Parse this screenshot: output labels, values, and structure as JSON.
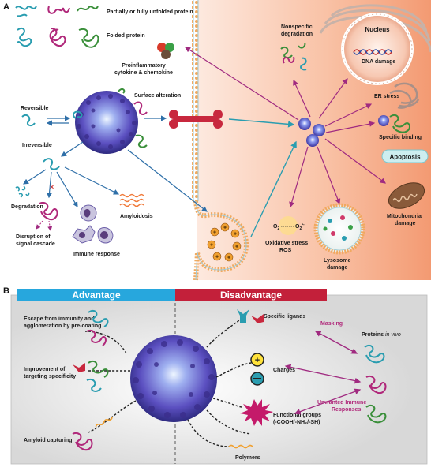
{
  "panel_a": {
    "letter": "A",
    "legend": {
      "unfolded": "Partially or fully unfolded protein",
      "folded": "Folded protein"
    },
    "left": {
      "cytokine": [
        "Proinflammatory",
        "cytokine & chemokine"
      ],
      "surface_alteration": "Surface alteration",
      "reversible": "Reversible",
      "irreversible": "Irreversible",
      "degradation": "Degradation",
      "amyloidosis": "Amyloidosis",
      "disruption": [
        "Disruption of",
        "signal cascade"
      ],
      "immune_response": "Immune response"
    },
    "right": {
      "nonspecific": [
        "Nonspecific",
        "degradation"
      ],
      "nucleus": "Nucleus",
      "dna_damage": "DNA damage",
      "er_stress": "ER stress",
      "specific_binding": "Specific binding",
      "apoptosis": "Apoptosis",
      "mitochondria": [
        "Mitochondria",
        "damage"
      ],
      "lysosome": [
        "Lysosome",
        "damage"
      ],
      "oxidative": [
        "Oxidative stress",
        "ROS"
      ],
      "o2_left": "O",
      "o2_right": "O",
      "o2_sub": "2",
      "o2_sup": "•-"
    }
  },
  "panel_b": {
    "letter": "B",
    "advantage": "Advantage",
    "disadvantage": "Disadvantage",
    "escape": [
      "Escape from immunity and",
      "agglomeration by pre-coating"
    ],
    "targeting": [
      "Improvement of",
      "targeting specificity"
    ],
    "amyloid": "Amyloid capturing",
    "specific_ligands": "Specific ligands",
    "charges": "Charges",
    "functional": [
      "Functional groups",
      "(-COOH/-NH₂/-SH)"
    ],
    "polymers": "Polymers",
    "proteins": "Proteins",
    "in_vivo": "in vivo",
    "masking": "Masking",
    "unwanted": [
      "Unwanted Immune",
      "Responses"
    ]
  },
  "colors": {
    "teal": "#2a9db0",
    "magenta": "#b0287a",
    "green": "#3a8f3a",
    "blue_arrow": "#2e6fa8",
    "advantage_bar": "#27a7dd",
    "disadvantage_bar": "#c3203a",
    "right_bg": "#f5a07a"
  }
}
